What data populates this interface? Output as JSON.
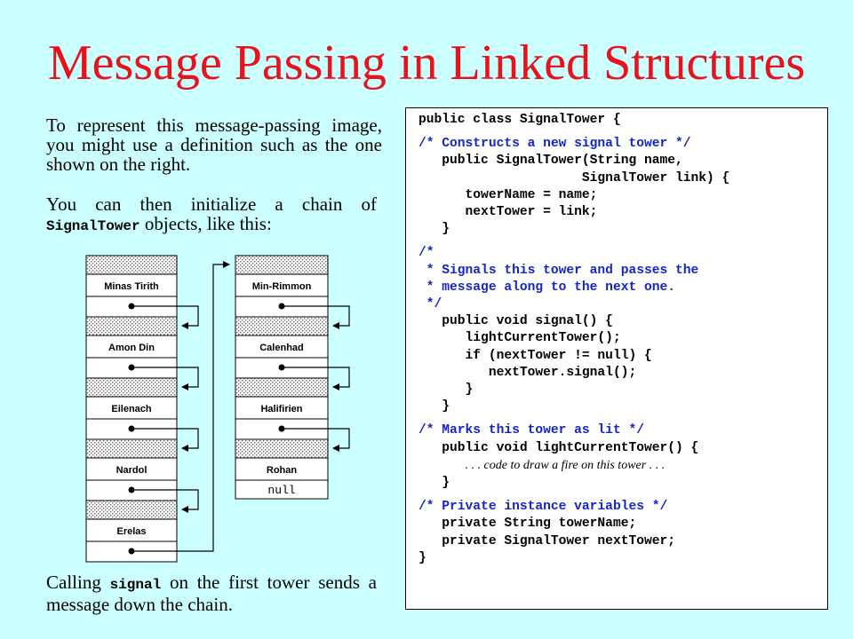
{
  "title": "Message Passing in Linked Structures",
  "intro": {
    "p1": "To represent this message-passing image, you might use a definition such as the one shown on the right.",
    "p2_before": "You can then initialize a chain of",
    "p2_code": "SignalTower",
    "p2_after": "objects, like this:"
  },
  "outro": {
    "before": "Calling",
    "code": "signal",
    "after": "on the first tower sends a message down the chain."
  },
  "diagram": {
    "left_towers": [
      "Minas Tirith",
      "Amon Din",
      "Eilenach",
      "Nardol",
      "Erelas"
    ],
    "right_towers": [
      "Min-Rimmon",
      "Calenhad",
      "Halifirien",
      "Rohan"
    ],
    "null_label": "null"
  },
  "code": {
    "class_decl": "public class SignalTower {",
    "c1": "/* Constructs a new signal tower */",
    "l1": "   public SignalTower(String name,",
    "l2": "                     SignalTower link) {",
    "l3": "      towerName = name;",
    "l4": "      nextTower = link;",
    "l5": "   }",
    "c2": "/*",
    "c3": " * Signals this tower and passes the",
    "c4": " * message along to the next one.",
    "c5": " */",
    "l6": "   public void signal() {",
    "l7": "      lightCurrentTower();",
    "l8": "      if (nextTower != null) {",
    "l9": "         nextTower.signal();",
    "l10": "      }",
    "l11": "   }",
    "c6": "/* Marks this tower as lit */",
    "l12": "   public void lightCurrentTower() {",
    "l13_indent": "      ",
    "l13_text": ". . . code to draw a fire on this tower . . .",
    "l14": "   }",
    "c7": "/* Private instance variables */",
    "l15": "   private String towerName;",
    "l16": "   private SignalTower nextTower;",
    "l17": "}"
  },
  "colors": {
    "background": "#ccffff",
    "title": "#e8121c",
    "comment": "#1426c9"
  }
}
